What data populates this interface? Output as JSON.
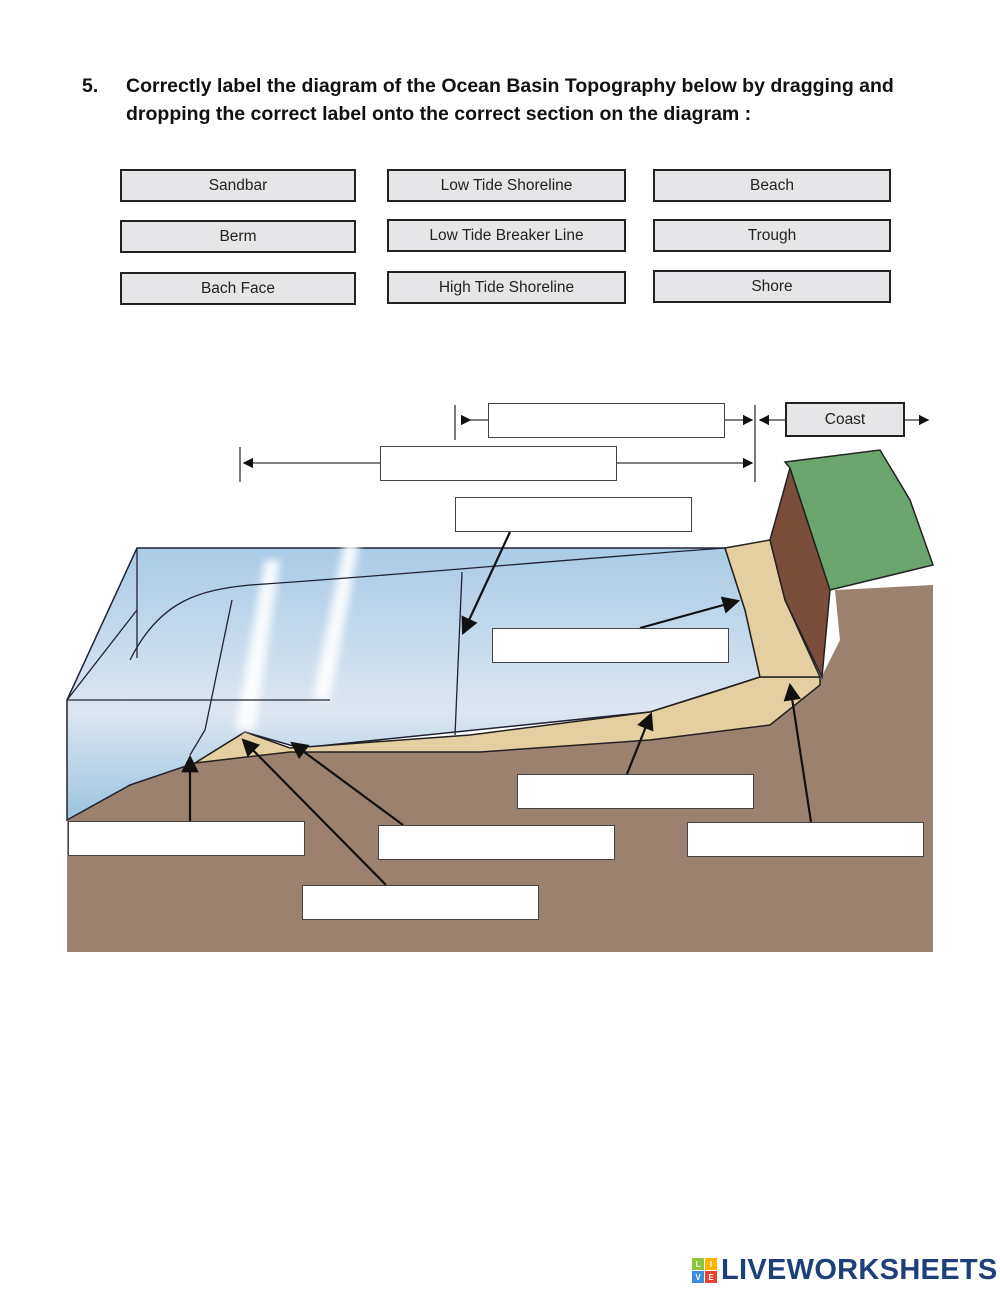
{
  "question": {
    "number": "5.",
    "text": "Correctly label the diagram of the Ocean Basin Topography below by dragging and dropping the correct label onto the correct section on the diagram :"
  },
  "labels": [
    "Sandbar",
    "Low Tide Shoreline",
    "Beach",
    "Berm",
    "Low Tide Breaker Line",
    "Trough",
    "Bach Face",
    "High Tide Shoreline",
    "Shore"
  ],
  "diagram": {
    "given_label": "Coast",
    "drop_zone_count": 9
  },
  "logo": {
    "text": "LIVEWORKSHEETS",
    "cube_letters": [
      "L",
      "I",
      "V",
      "E"
    ]
  },
  "colors": {
    "ground": "#9b8270",
    "sand": "#e3cfa0",
    "water": "#bcd6ea",
    "grass": "#6aa56e",
    "cliff": "#7a4e3a",
    "logo": "#1d3f7a"
  }
}
